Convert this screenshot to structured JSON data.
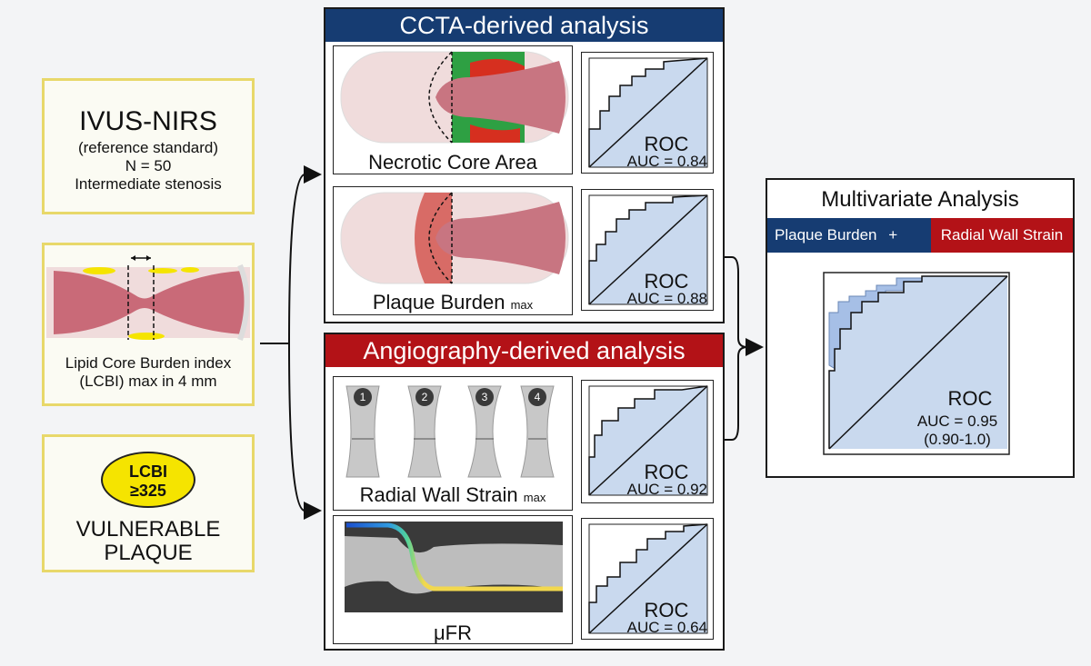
{
  "ivus": {
    "title": "IVUS-NIRS",
    "subtitle": "(reference standard)",
    "n": "N = 50",
    "stenosis": "Intermediate stenosis"
  },
  "lcbi_box": {
    "line1": "Lipid Core Burden index",
    "line2": "(LCBI) max in 4 mm"
  },
  "vulnerable": {
    "badge_line1": "LCBI",
    "badge_line2": "≥325",
    "line1": "VULNERABLE",
    "line2": "PLAQUE"
  },
  "ccta": {
    "header": "CCTA-derived analysis",
    "items": [
      {
        "caption": "Necrotic Core Area",
        "caption_sub": "",
        "roc": "ROC",
        "auc": "AUC = 0.84"
      },
      {
        "caption": "Plaque Burden",
        "caption_sub": "max",
        "roc": "ROC",
        "auc": "AUC = 0.88"
      }
    ]
  },
  "angio": {
    "header": "Angiography-derived analysis",
    "items": [
      {
        "caption": "Radial Wall Strain",
        "caption_sub": "max",
        "roc": "ROC",
        "auc": "AUC = 0.92",
        "markers": [
          "1",
          "2",
          "3",
          "4"
        ]
      },
      {
        "caption": "μFR",
        "caption_sub": "",
        "roc": "ROC",
        "auc": "AUC = 0.64"
      }
    ]
  },
  "multivariate": {
    "title": "Multivariate Analysis",
    "left_label": "Plaque Burden",
    "plus": "+",
    "right_label": "Radial Wall Strain",
    "roc": "ROC",
    "auc": "AUC = 0.95",
    "ci": "(0.90-1.0)"
  },
  "colors": {
    "ccta_header": "#163c72",
    "angio_header": "#b31217",
    "yellow_border": "#e8d86a",
    "roc_fill": "#c9d9ee",
    "lcbi_badge": "#f5e400"
  }
}
